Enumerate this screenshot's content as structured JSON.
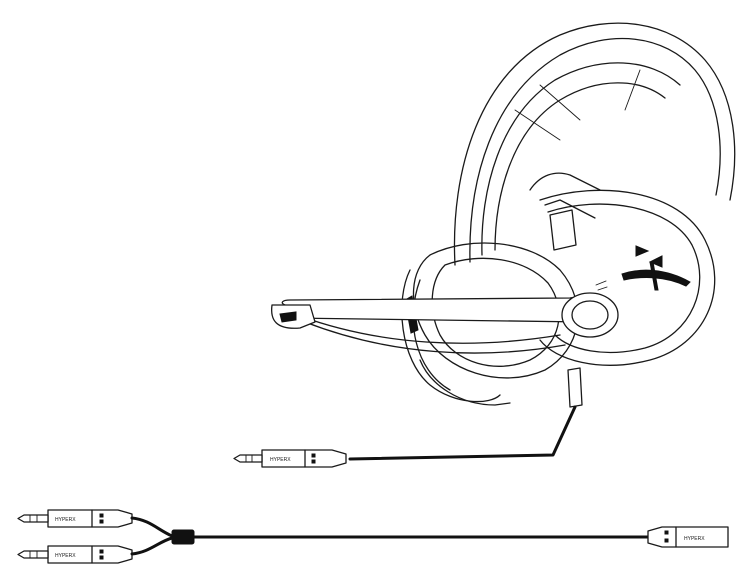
{
  "brand": {
    "logo_text": "HyperX",
    "jack_label": "HYPERX"
  },
  "items": {
    "headset": "headset",
    "headset_plug": "3.5mm plug",
    "splitter_cable": "splitter cable"
  },
  "colors": {
    "line": "#1a1a1a",
    "cable": "#111111",
    "background": "#ffffff"
  }
}
